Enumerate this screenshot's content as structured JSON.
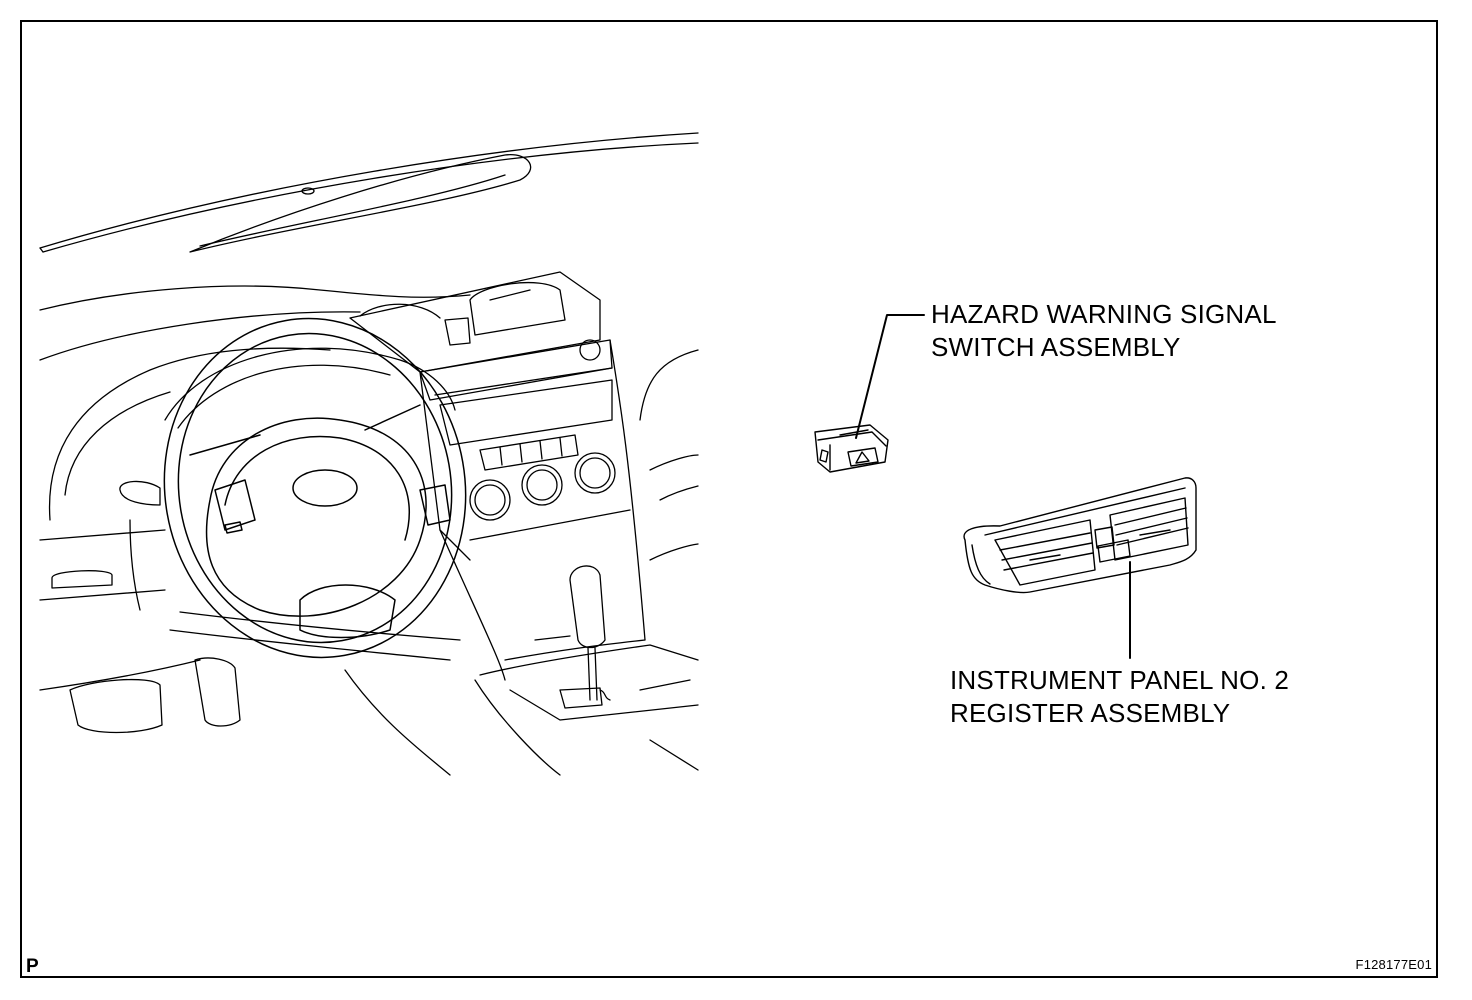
{
  "labels": {
    "hazard_line1": "HAZARD WARNING SIGNAL",
    "hazard_line2": "SWITCH ASSEMBLY",
    "register_line1": "INSTRUMENT PANEL NO. 2",
    "register_line2": "REGISTER ASSEMBLY"
  },
  "corner_letter": "P",
  "figure_code": "F128177E01"
}
